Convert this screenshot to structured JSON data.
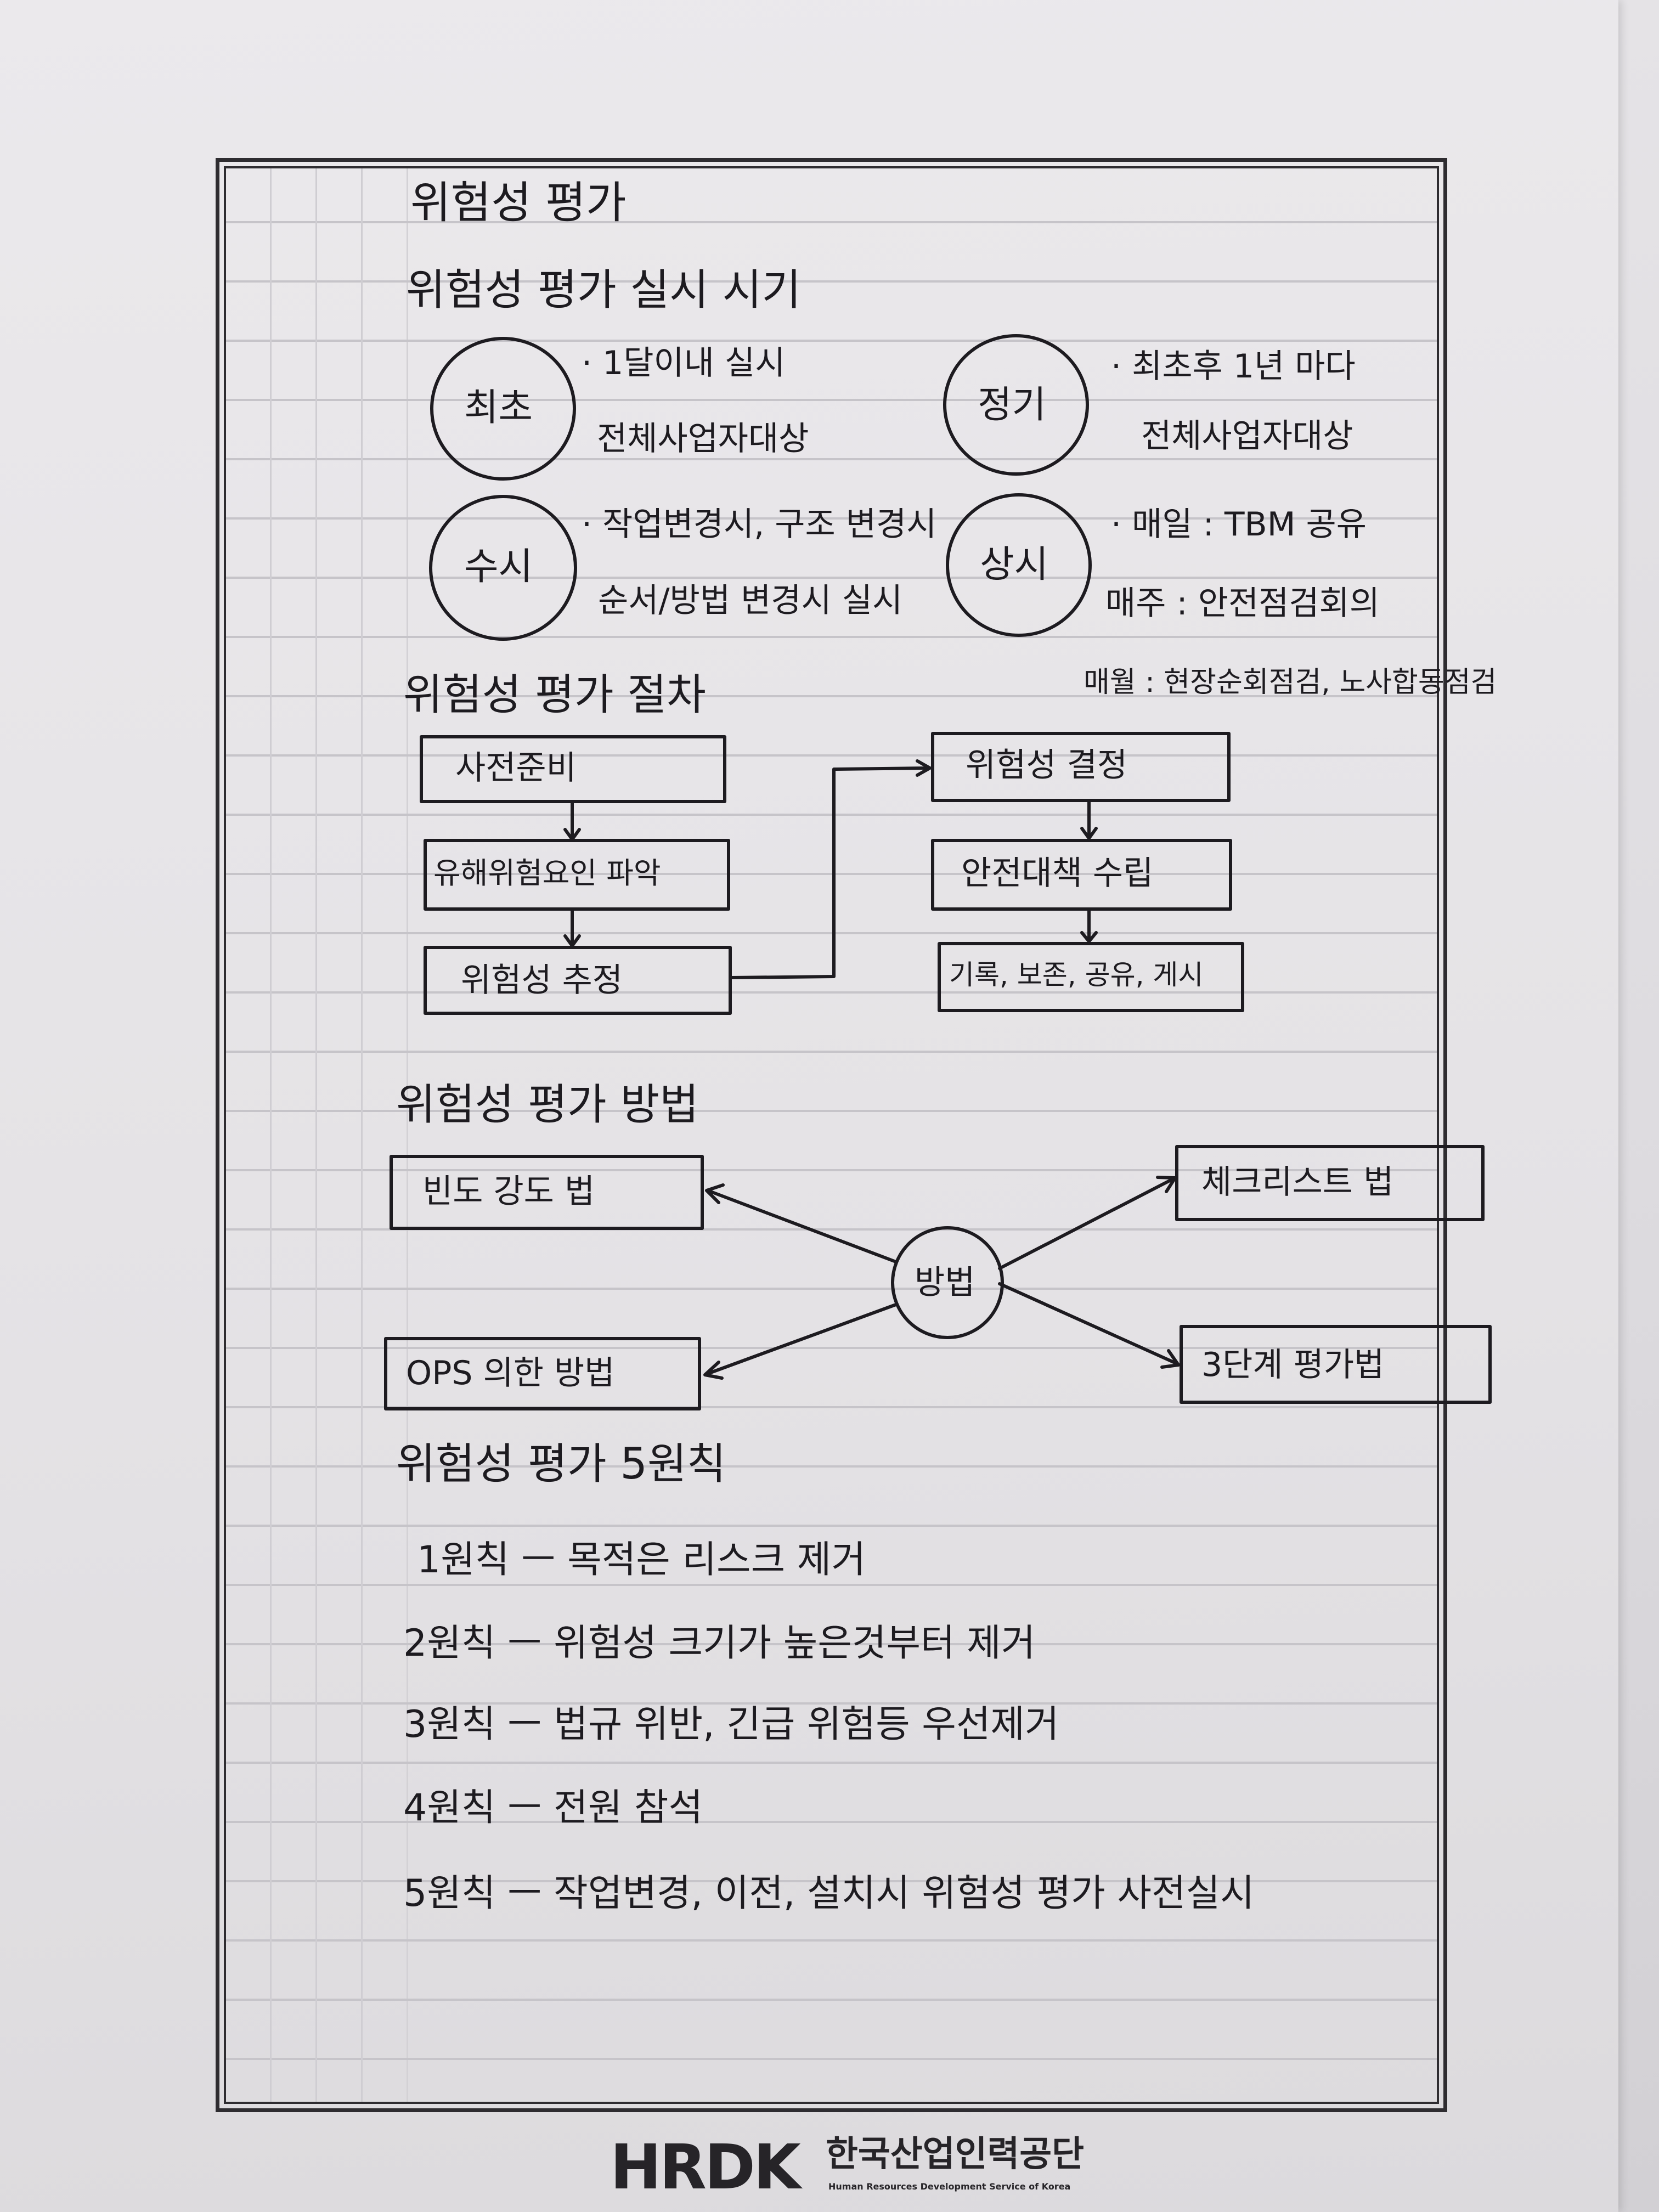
{
  "note": {
    "title": "위험성 평가",
    "timing": {
      "heading": "위험성 평가 실시 시기",
      "items": [
        {
          "circle": "최초",
          "line1": "· 1달이내 실시",
          "line2": "전체사업자대상"
        },
        {
          "circle": "정기",
          "line1": "· 최초후 1년 마다",
          "line2": "전체사업자대상"
        },
        {
          "circle": "수시",
          "line1": "· 작업변경시, 구조 변경시",
          "line2": "순서/방법 변경시 실시"
        },
        {
          "circle": "상시",
          "line1": "· 매일 : TBM 공유",
          "line2": "매주 : 안전점검회의",
          "line3": "매월 : 현장순회점검, 노사합동점검"
        }
      ]
    },
    "procedure": {
      "heading": "위험성 평가 절차",
      "steps": [
        "사전준비",
        "유해위험요인 파악",
        "위험성 추정",
        "위험성 결정",
        "안전대책 수립",
        "기록, 보존, 공유, 게시"
      ]
    },
    "methods": {
      "heading": "위험성 평가 방법",
      "center": "방법",
      "items": [
        "빈도 강도 법",
        "체크리스트 법",
        "OPS 의한 방법",
        "3단계 평가법"
      ]
    },
    "principles": {
      "heading": "위험성 평가  5원칙",
      "items": [
        "1원칙 ㅡ 목적은 리스크 제거",
        "2원칙 ㅡ 위험성 크기가 높은것부터 제거",
        "3원칙 ㅡ 법규 위반, 긴급 위험등 우선제거",
        "4원칙 ㅡ 전원 참석",
        "5원칙 ㅡ 작업변경, 이전, 설치시 위험성 평가 사전실시"
      ]
    }
  },
  "footer": {
    "logo": "HRDK",
    "org_ko": "한국산업인력공단",
    "org_en": "Human Resources Development Service of Korea"
  },
  "colors": {
    "ink": "#1d1b20",
    "paper": "#e8e6e9",
    "grid": "#c6c4c9"
  }
}
